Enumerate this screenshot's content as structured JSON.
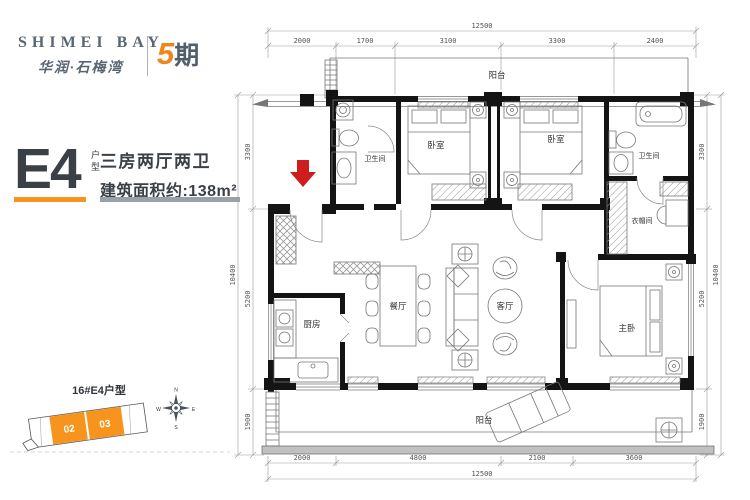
{
  "brand": {
    "name_en": "SHIMEI BAY",
    "name_cn": "华润·石梅湾",
    "phase_number": "5",
    "phase_suffix": "期"
  },
  "unit": {
    "code": "E4",
    "code_suffix": "户型",
    "rooms_line": "三房两厅两卫",
    "area_line": "建筑面积约:138m²"
  },
  "locator": {
    "title": "16#E4户型",
    "unit_left": "02",
    "unit_right": "03"
  },
  "compass": {
    "n": "N",
    "e": "E",
    "s": "S",
    "w": "W"
  },
  "plan": {
    "rooms": {
      "balcony_top": "阳台",
      "bath_left": "卫生间",
      "bedroom_a": "卧室",
      "bedroom_b": "卧室",
      "bath_right": "卫生间",
      "cloakroom": "衣帽间",
      "kitchen": "厨房",
      "dining": "餐厅",
      "living": "客厅",
      "master_bedroom": "主卧",
      "balcony_bottom": "阳台"
    },
    "dims": {
      "top_total": "12500",
      "top": [
        "2000",
        "1700",
        "3100",
        "3300",
        "2400"
      ],
      "bottom_total": "12500",
      "bottom": [
        "2000",
        "4800",
        "2100",
        "3600"
      ],
      "left_total": "10400",
      "left": [
        "3300",
        "5200",
        "1900"
      ],
      "right_total": "10400",
      "right": [
        "3300",
        "5200",
        "1900"
      ]
    }
  },
  "colors": {
    "accent": "#f7941d",
    "brand": "#5b6673",
    "ink": "#3a4046",
    "bar_gray": "#9aa1a7",
    "arrow_red": "#cf1d1d"
  }
}
